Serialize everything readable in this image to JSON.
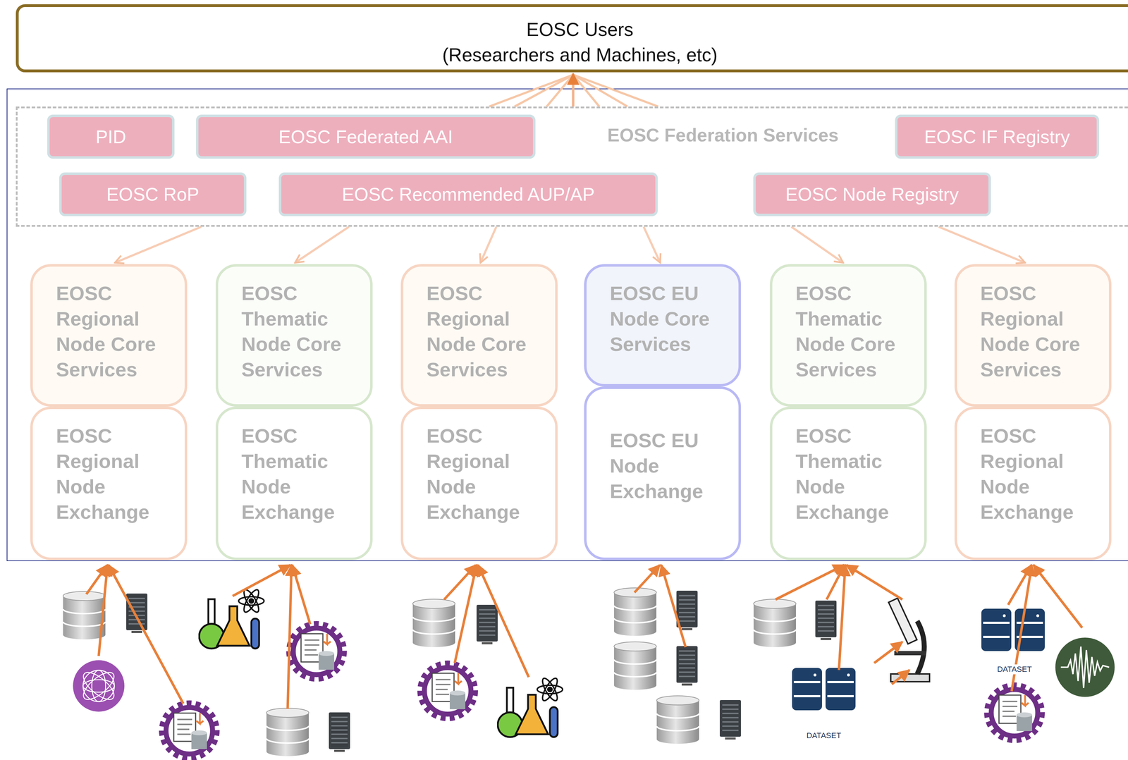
{
  "diagram": {
    "nodes": [
      {
        "text": [
          "EOSC Users",
          "(Researchers and Machines, etc)"
        ]
      },
      {
        "text": [
          "EOSC Federation Services"
        ]
      },
      {
        "text": [
          "PID"
        ],
        "in": 1
      },
      {
        "text": [
          "EOSC Federated AAI"
        ],
        "in": 1
      },
      {
        "text": [
          "EOSC IF Registry"
        ],
        "in": 1
      },
      {
        "text": [
          "EOSC RoP"
        ],
        "in": 1
      },
      {
        "text": [
          "EOSC Recommended AUP/AP"
        ],
        "in": 1
      },
      {
        "text": [
          "EOSC Node Registry"
        ],
        "in": 1
      },
      {
        "text": [
          "EOSC Regional Node Core Services"
        ]
      },
      {
        "text": [
          "EOSC Regional Node Exchange"
        ]
      },
      {
        "text": [
          "EOSC Thematic Node Core Services"
        ]
      },
      {
        "text": [
          "EOSC Thematic Node Exchange"
        ]
      },
      {
        "text": [
          "EOSC Regional Node Core Services"
        ]
      },
      {
        "text": [
          "EOSC Regional Node Exchange"
        ]
      },
      {
        "text": [
          "EOSC EU Node Core Services"
        ]
      },
      {
        "text": [
          "EOSC EU Node Exchange"
        ]
      },
      {
        "text": [
          "EOSC Thematic Node Core Services"
        ]
      },
      {
        "text": [
          "EOSC Thematic Node Exchange"
        ]
      },
      {
        "text": [
          "EOSC Regional Node Core Services"
        ]
      },
      {
        "text": [
          "EOSC Regional Node Exchange"
        ]
      }
    ],
    "edges": [
      {
        "from": 1,
        "to": 0,
        "arrow": "to"
      },
      {
        "from": 1,
        "to": 8,
        "arrow": "to"
      },
      {
        "from": 1,
        "to": 10,
        "arrow": "to"
      },
      {
        "from": 1,
        "to": 12,
        "arrow": "to"
      },
      {
        "from": 1,
        "to": 14,
        "arrow": "to"
      },
      {
        "from": 1,
        "to": 16,
        "arrow": "to"
      },
      {
        "from": 1,
        "to": 18,
        "arrow": "to"
      }
    ],
    "labels": [
      "DATASET",
      "DATASET"
    ]
  }
}
